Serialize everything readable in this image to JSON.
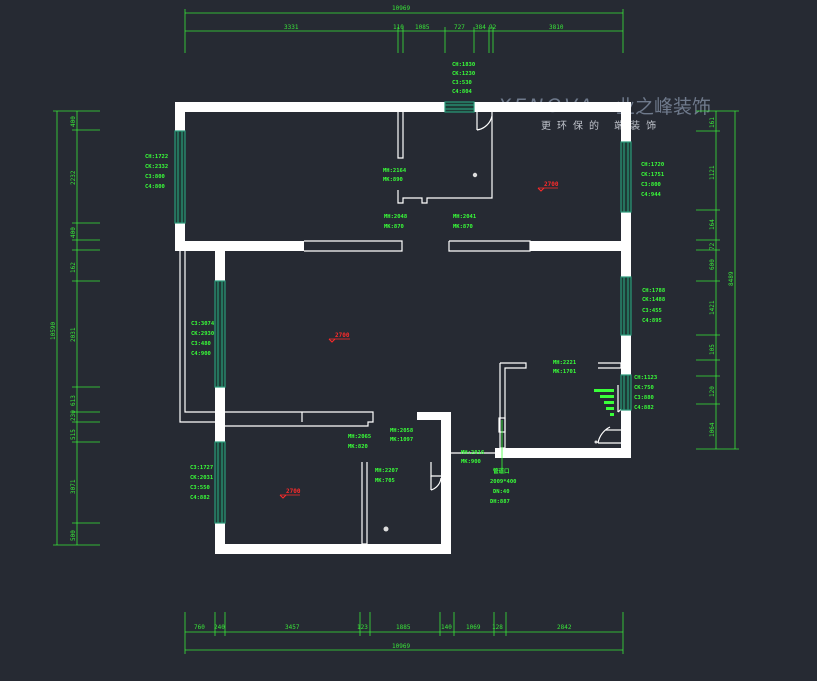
{
  "watermark": {
    "brand_latin": "XENOVA",
    "brand_cn": "业之峰装饰",
    "slogan": "更环保的   端装饰"
  },
  "dimensions": {
    "top_total": "10969",
    "top_segments": [
      "3331",
      "110",
      "1085",
      "727",
      "384",
      "92",
      "3810"
    ],
    "bottom_total": "10969",
    "bottom_segments": [
      "760",
      "240",
      "3457",
      "123",
      "1885",
      "140",
      "1069",
      "128",
      "2842"
    ],
    "left_total": "10590",
    "left_segments": [
      "400",
      "2232",
      "400",
      "162",
      "2031",
      "613",
      "230",
      "515",
      "3071",
      "500"
    ],
    "right_total": "8489",
    "right_segments": [
      "161",
      "1121",
      "164",
      "600",
      "72",
      "1421",
      "105",
      "120",
      "1064"
    ]
  },
  "room_heights": [
    "2700",
    "2700",
    "2700"
  ],
  "annotations": {
    "top_window": [
      "CH:1830",
      "CK:1230",
      "C3:530",
      "C4:804"
    ],
    "left_upper_window": [
      "CH:1722",
      "CK:2332",
      "C3:800",
      "C4:800"
    ],
    "left_mid_window": [
      "C3:3074",
      "CK:2930",
      "C3:480",
      "C4:900"
    ],
    "left_lower_window": [
      "C3:1727",
      "CK:2031",
      "C3:550",
      "C4:882"
    ],
    "right_upper_window": [
      "CH:1720",
      "CK:1751",
      "C3:800",
      "C4:944"
    ],
    "right_mid_window": [
      "CH:1788",
      "CK:1488",
      "C3:455",
      "C4:895"
    ],
    "right_lower_window": [
      "CH:1123",
      "CK:750",
      "C3:880",
      "C4:882"
    ],
    "door_upper_top": [
      "MH:2164",
      "MK:890"
    ],
    "door_upper_left": [
      "MH:2048",
      "MK:870"
    ],
    "door_upper_right": [
      "MH:2041",
      "MK:870"
    ],
    "door_right_mid": [
      "MH:2221",
      "MK:1701"
    ],
    "door_lower_center": [
      "MH:2058",
      "MK:1097"
    ],
    "door_lower_left": [
      "MH:2065",
      "MK:820"
    ],
    "door_lower_inner": [
      "MH:2207",
      "MK:705"
    ],
    "door_lower_right": [
      "MH:2016",
      "MK:900"
    ],
    "pipe_info": [
      "管道口",
      "2009*400",
      "DN:40",
      "DH:887"
    ]
  },
  "colors": {
    "background": "#262a33",
    "wall": "#ffffff",
    "dimension": "#39e639",
    "annotation": "#39ff39",
    "height_marker": "#ff2a2a",
    "window": "#2a9a7a"
  }
}
